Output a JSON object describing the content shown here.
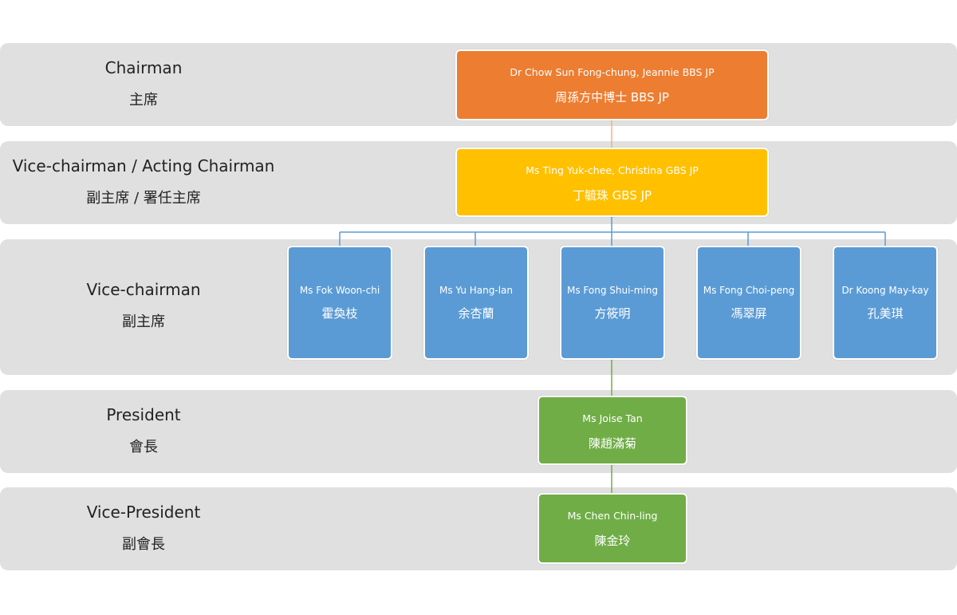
{
  "colors": {
    "band": "#e0e0e0",
    "chairman_box": "#ed7d31",
    "acting_chairman_box": "#ffc000",
    "vice_chairman_box": "#5b9bd5",
    "president_box": "#70ad47",
    "connector_orange": "#f4b183",
    "connector_blue": "#5b9bd5",
    "connector_green": "#70ad47"
  },
  "rows": {
    "chairman": {
      "role_en": "Chairman",
      "role_zh": "主席"
    },
    "acting_chairman": {
      "role_en": "Vice-chairman / Acting Chairman",
      "role_zh": "副主席 / 署任主席"
    },
    "vice_chairman": {
      "role_en": "Vice-chairman",
      "role_zh": "副主席"
    },
    "president": {
      "role_en": "President",
      "role_zh": "會長"
    },
    "vice_president": {
      "role_en": "Vice-President",
      "role_zh": "副會長"
    }
  },
  "people": {
    "chairman": {
      "name_en": "Dr Chow Sun Fong-chung, Jeannie BBS JP",
      "name_zh": "周孫方中博士 BBS JP"
    },
    "acting_chairman": {
      "name_en": "Ms Ting Yuk-chee, Christina GBS JP",
      "name_zh": "丁毓珠 GBS JP"
    },
    "vice_chairmen": [
      {
        "name_en": "Ms Fok Woon-chi",
        "name_zh": "霍奐枝"
      },
      {
        "name_en": "Ms Yu Hang-lan",
        "name_zh": "余杏蘭"
      },
      {
        "name_en": "Ms Fong Shui-ming",
        "name_zh": "方筱明"
      },
      {
        "name_en": "Ms Fong Choi-peng",
        "name_zh": "馮翠屏"
      },
      {
        "name_en": "Dr Koong May-kay",
        "name_zh": "孔美琪"
      }
    ],
    "president": {
      "name_en": "Ms Joise Tan",
      "name_zh": "陳趙滿菊"
    },
    "vice_president": {
      "name_en": "Ms Chen Chin-ling",
      "name_zh": "陳金玲"
    }
  }
}
